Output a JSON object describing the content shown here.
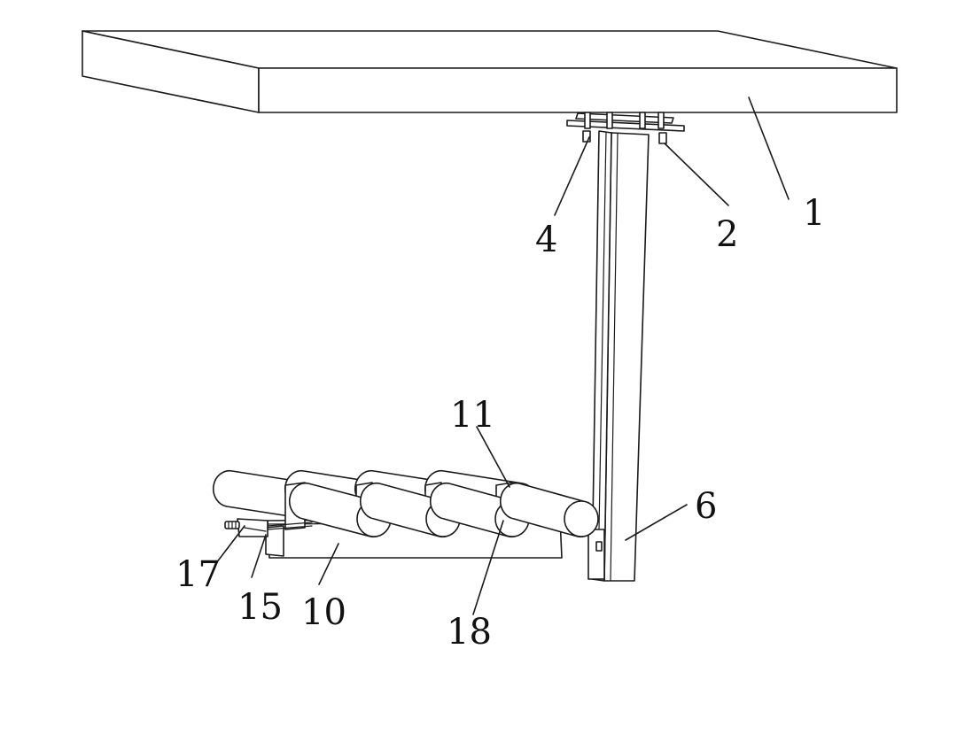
{
  "callouts": {
    "c1": "1",
    "c2": "2",
    "c4": "4",
    "c6": "6",
    "c10": "10",
    "c11": "11",
    "c15": "15",
    "c17": "17",
    "c18": "18"
  },
  "colors": {
    "line": "#1a1a1a",
    "background": "#ffffff"
  }
}
